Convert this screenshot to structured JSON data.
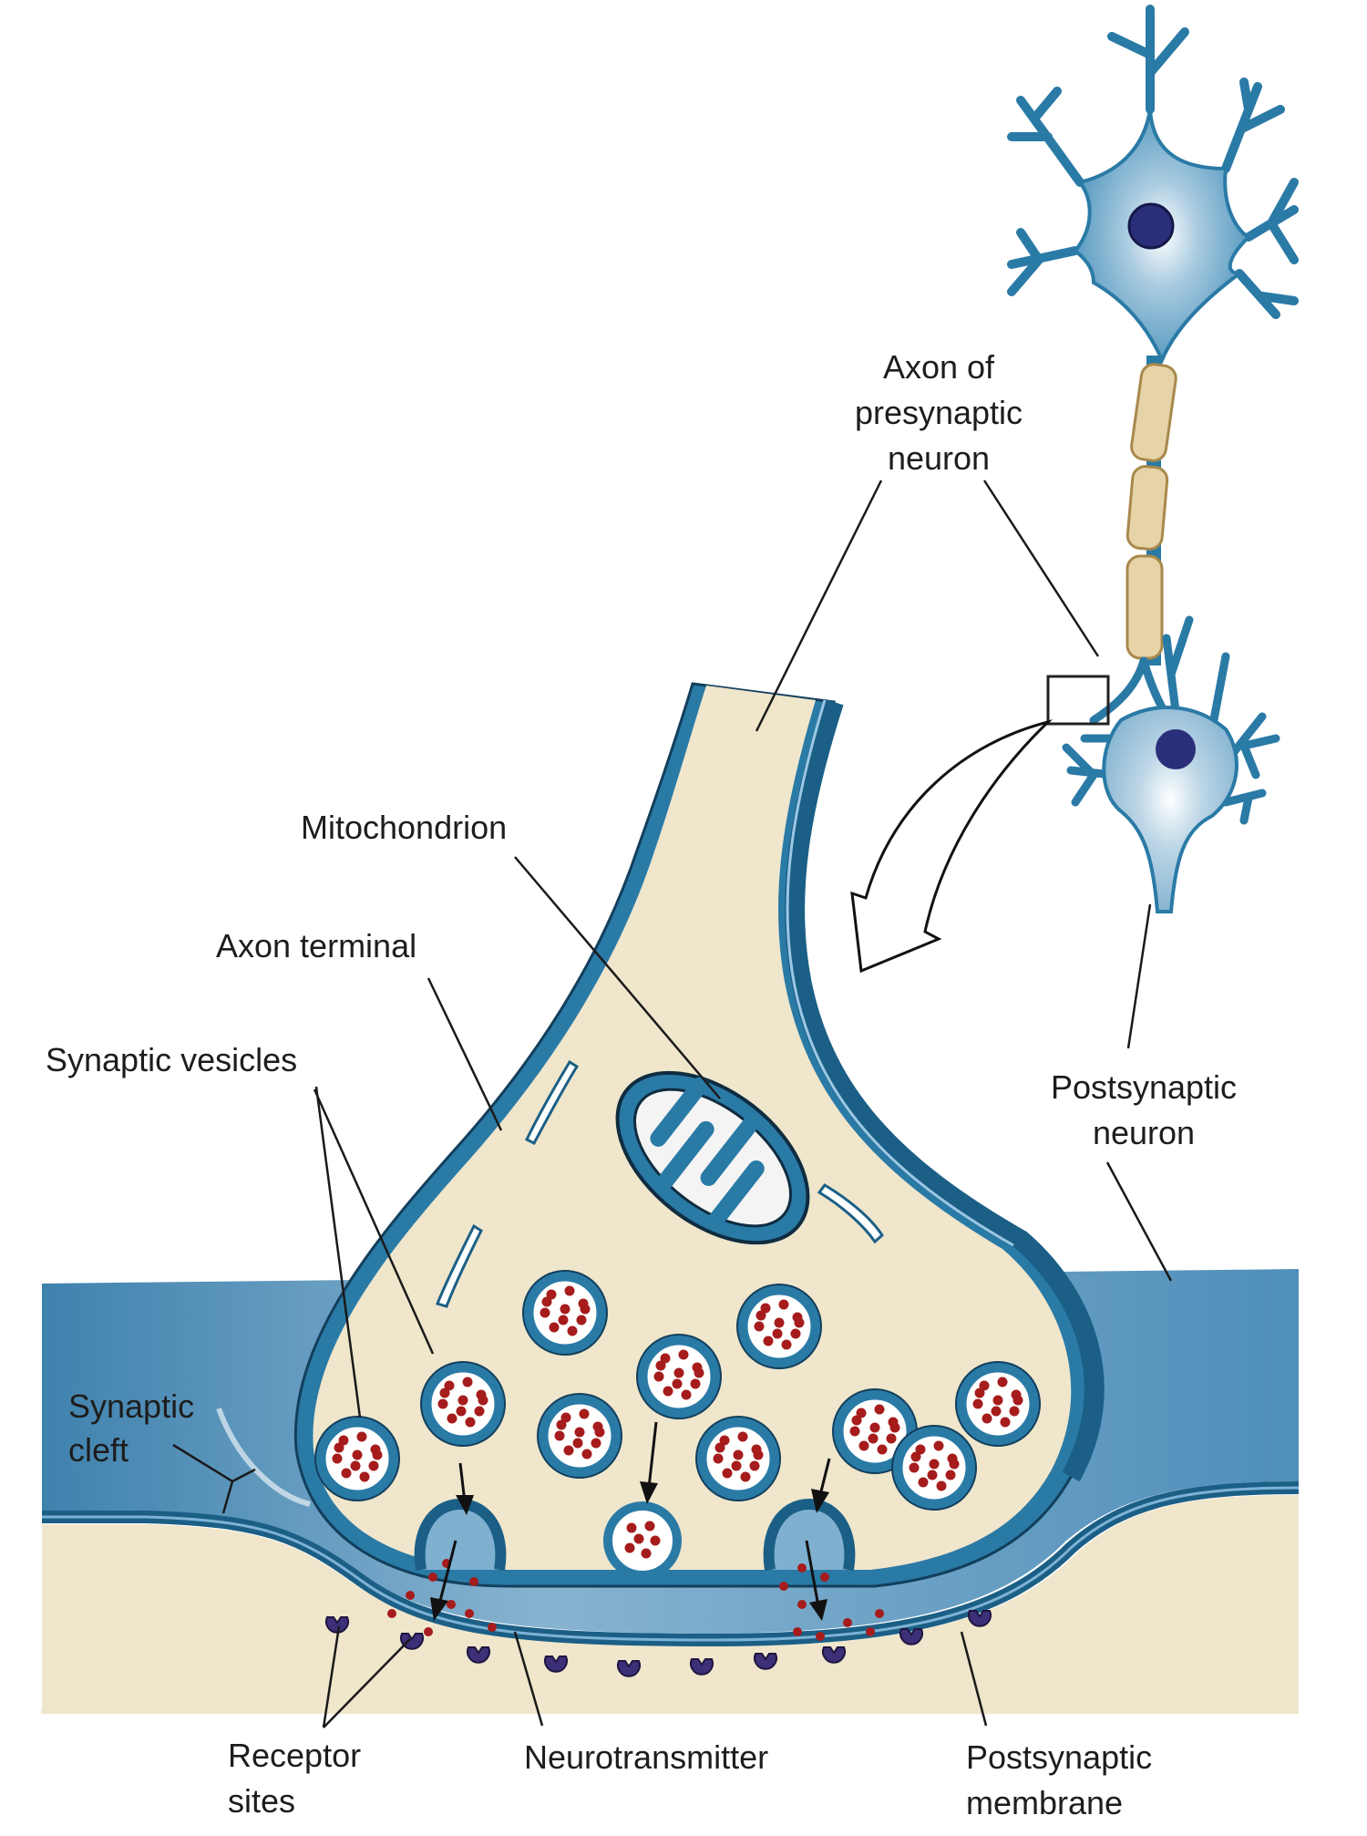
{
  "diagram": {
    "title": "Synapse structure",
    "labels": {
      "axon_presynaptic": [
        "Axon of",
        "presynaptic",
        "neuron"
      ],
      "mitochondrion": [
        "Mitochondrion"
      ],
      "axon_terminal": [
        "Axon terminal"
      ],
      "synaptic_vesicles": [
        "Synaptic vesicles"
      ],
      "postsynaptic_neuron": [
        "Postsynaptic",
        "neuron"
      ],
      "synaptic_cleft": [
        "Synaptic",
        "cleft"
      ],
      "receptor_sites": [
        "Receptor",
        "sites"
      ],
      "neurotransmitter": [
        "Neurotransmitter"
      ],
      "postsynaptic_membrane": [
        "Postsynaptic",
        "membrane"
      ]
    },
    "colors": {
      "membrane_blue": "#2a7aa6",
      "membrane_dark": "#1b5f86",
      "cytoplasm": "#efe6cc",
      "cleft_blue": "#8fb7d2",
      "neuron_fill": "#6fa9cc",
      "nucleus": "#2b2f7a",
      "myelin": "#e6d3a8",
      "neurotransmitter": "#a61c1c",
      "receptor": "#3d2f78"
    }
  }
}
